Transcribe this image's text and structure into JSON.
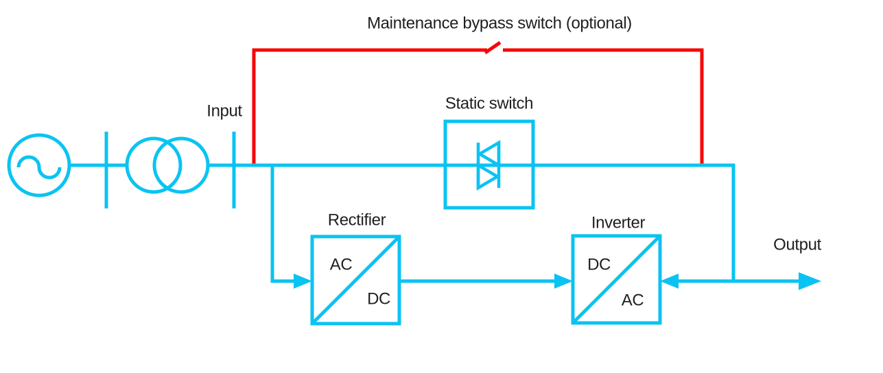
{
  "diagram": {
    "kind": "ups-power-single-line-diagram",
    "labels": {
      "maintenance_bypass": "Maintenance bypass switch (optional)",
      "input": "Input",
      "static_switch": "Static switch",
      "rectifier": "Rectifier",
      "inverter": "Inverter",
      "output": "Output",
      "rectifier_in_side": "AC",
      "rectifier_out_side": "DC",
      "inverter_in_side": "DC",
      "inverter_out_side": "AC"
    },
    "symbols": {
      "source": "ac-source-circle-with-sine-wave",
      "transformer": "two-overlapping-circles",
      "isolators": "vertical-bar-disconnects",
      "static_switch": "triac-in-square-box",
      "bypass_switch": "open-knife-switch-break"
    },
    "colors": {
      "main_line": "#0bc3f2",
      "bypass_line": "#f70808",
      "label_text": "#1f1f1f",
      "background": "#ffffff"
    }
  }
}
